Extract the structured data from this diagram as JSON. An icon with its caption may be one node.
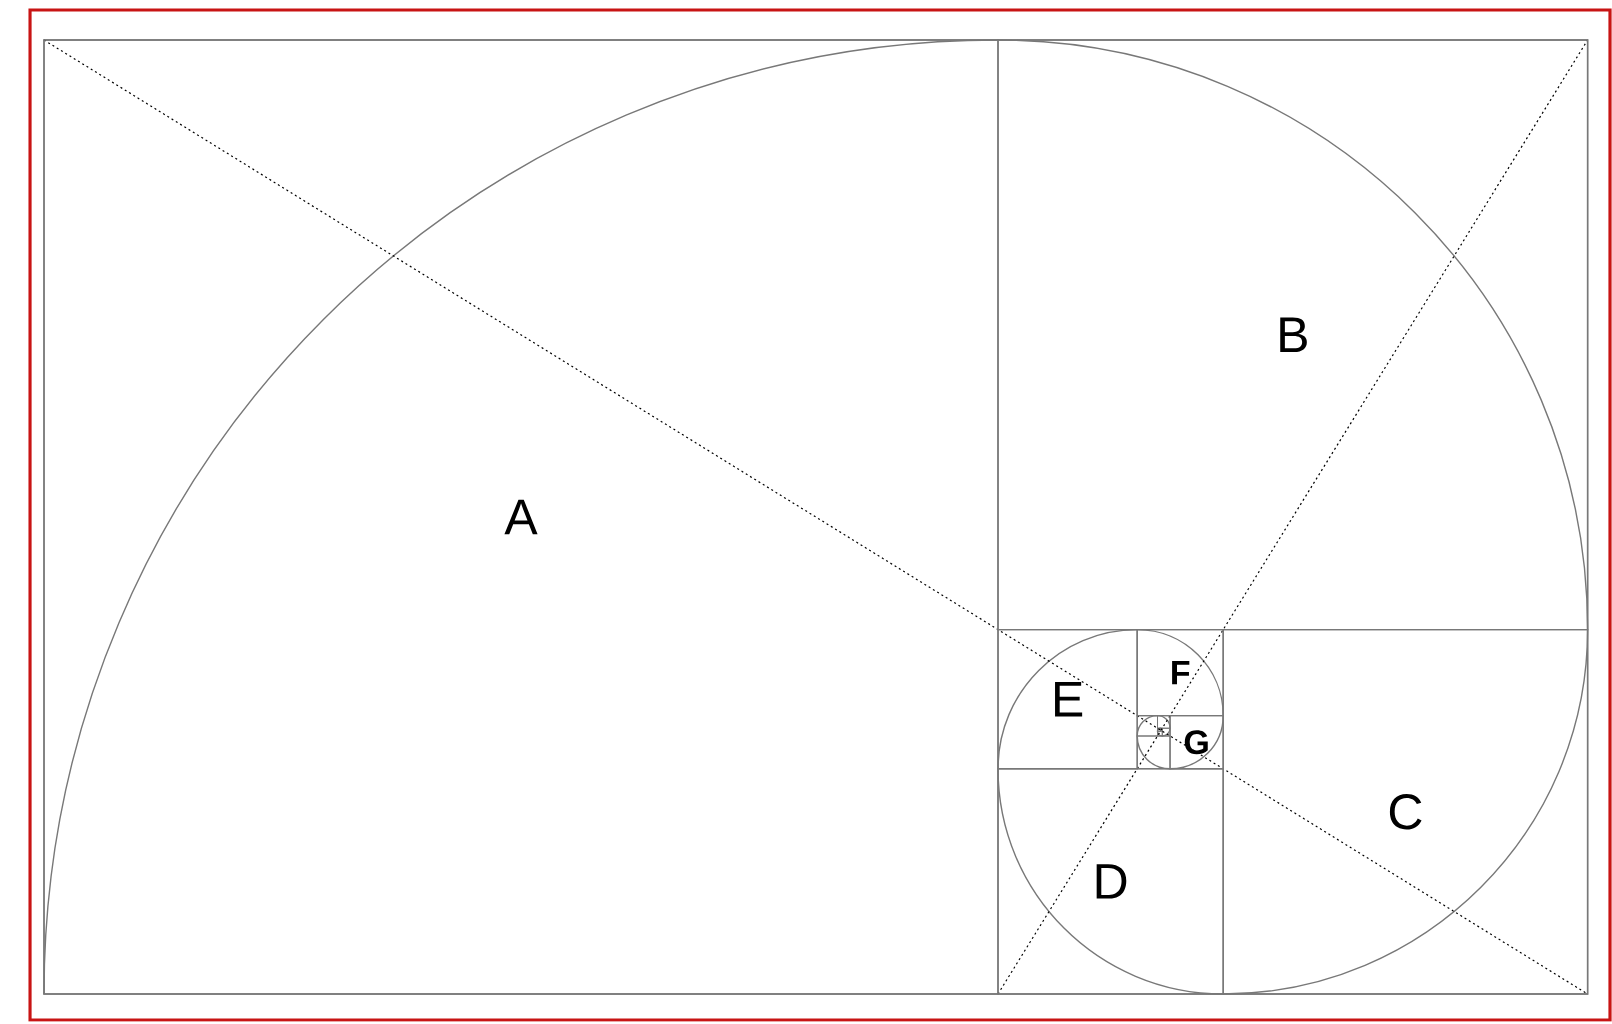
{
  "diagram": {
    "nodes": [
      {
        "text": [
          "A"
        ]
      },
      {
        "text": [
          "B"
        ]
      },
      {
        "text": [
          "C"
        ]
      },
      {
        "text": [
          "D"
        ]
      },
      {
        "text": [
          "E"
        ]
      },
      {
        "text": [
          "F"
        ]
      },
      {
        "text": [
          "G"
        ]
      }
    ]
  }
}
